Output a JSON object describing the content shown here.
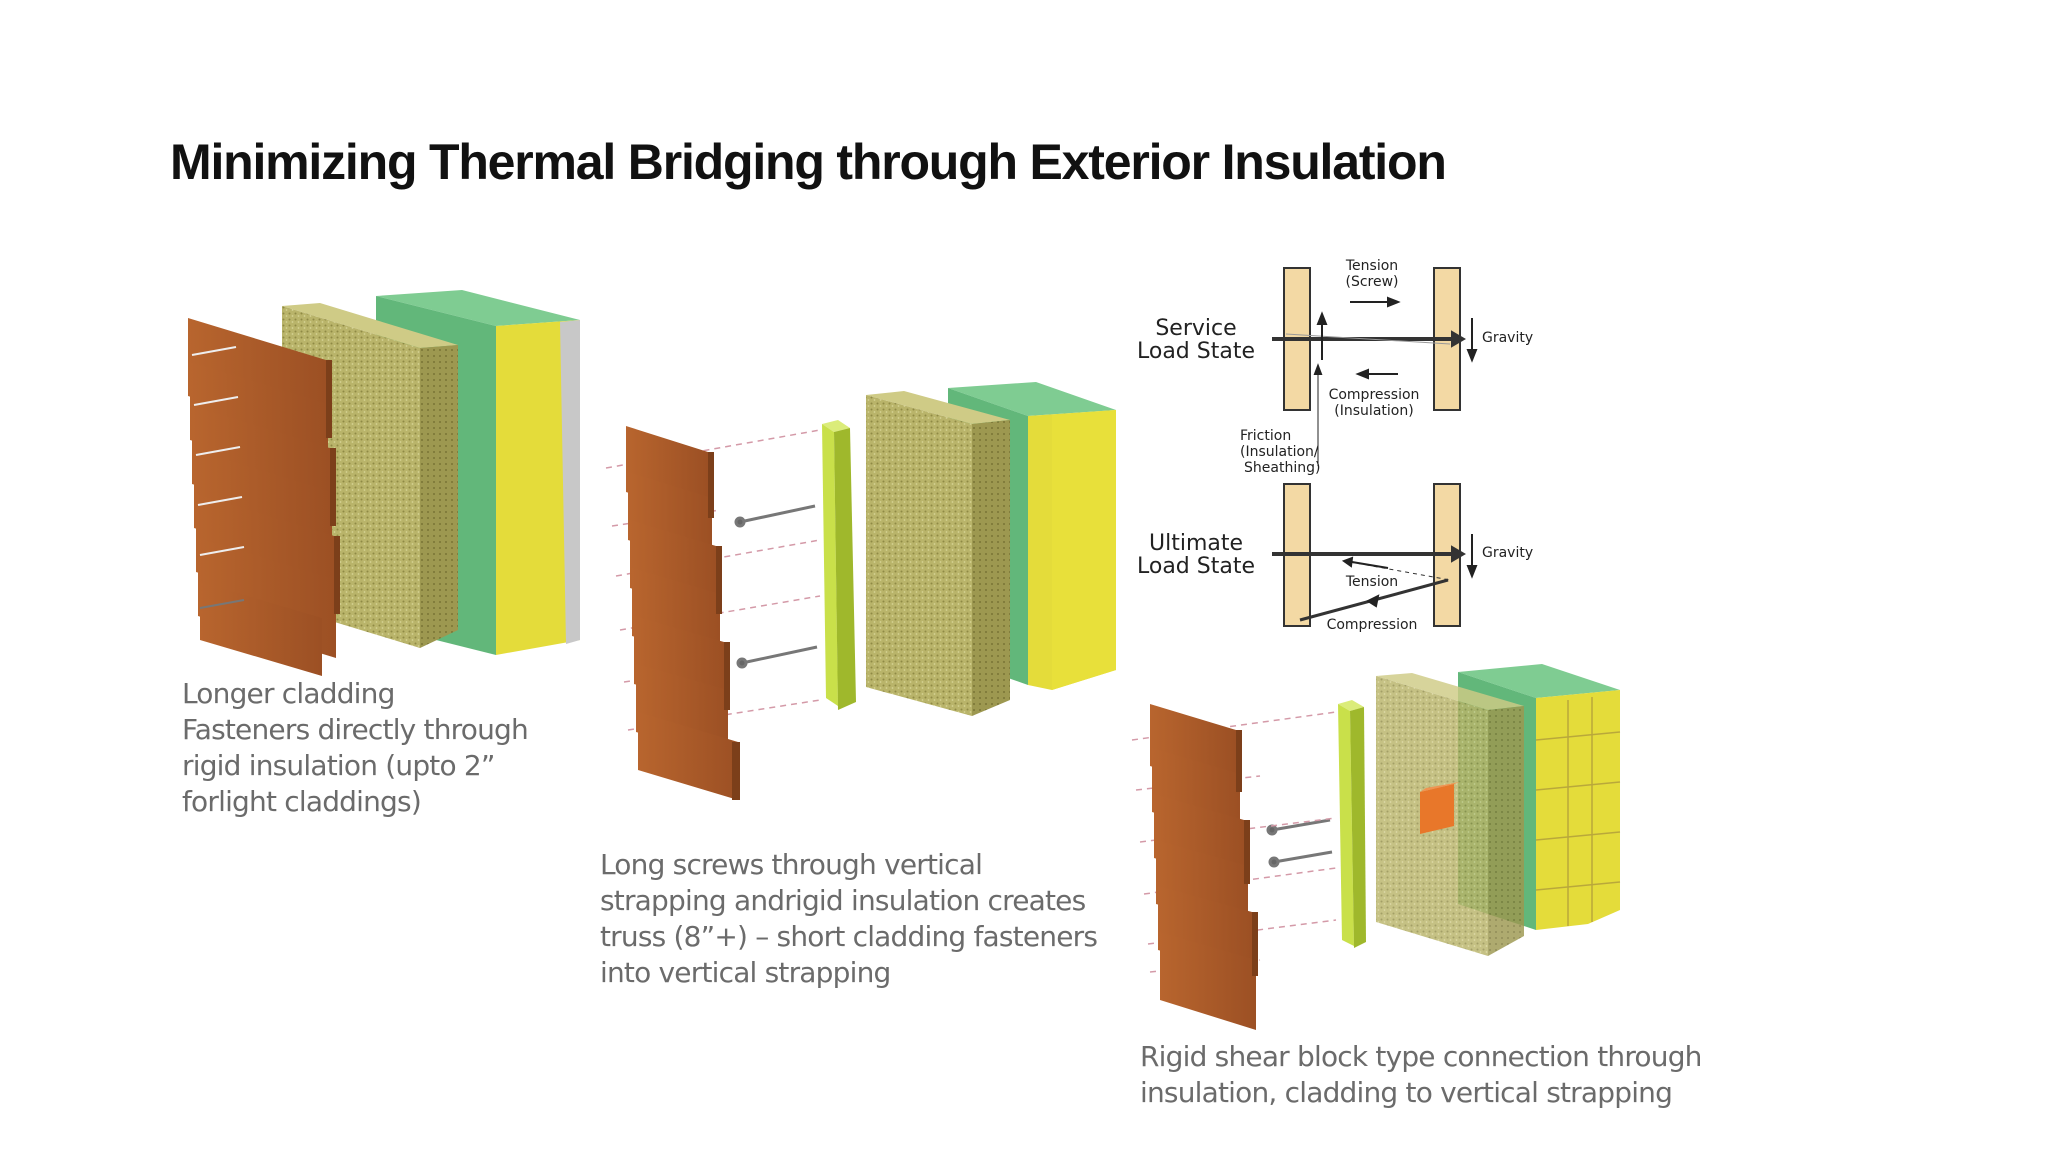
{
  "title": "Minimizing Thermal Bridging through Exterior Insulation",
  "captions": {
    "option1": [
      "Longer cladding",
      "Fasteners directly  through",
      "rigid  insulation (upto 2”",
      "forlight claddings)"
    ],
    "option2": [
      "Long screws through  vertical",
      "strapping andrigid  insulation creates",
      "truss  (8”+) –   short cladding  fasteners",
      "into vertical  strapping"
    ],
    "option3": [
      "Rigid shear block type connection  through",
      "insulation, cladding to  vertical strapping"
    ]
  },
  "load_diagram": {
    "service": [
      "Service",
      "Load State"
    ],
    "ultimate": [
      "Ultimate",
      "Load State"
    ],
    "tension_screw": [
      "Tension",
      "(Screw)"
    ],
    "gravity": "Gravity",
    "compression_insulation": [
      "Compression",
      "(Insulation)"
    ],
    "friction": [
      "Friction",
      "(Insulation/",
      "Sheathing)"
    ],
    "tension": "Tension",
    "compression": "Compression"
  },
  "colors": {
    "cladding": "#a85a2a",
    "insulation": "#b8b368",
    "sheathing": "#62b77a",
    "foam": "#e8e03a",
    "strapping": "#c9e04a",
    "shear_block": "#e8772a",
    "wood_stud": "#f3d9a4"
  }
}
